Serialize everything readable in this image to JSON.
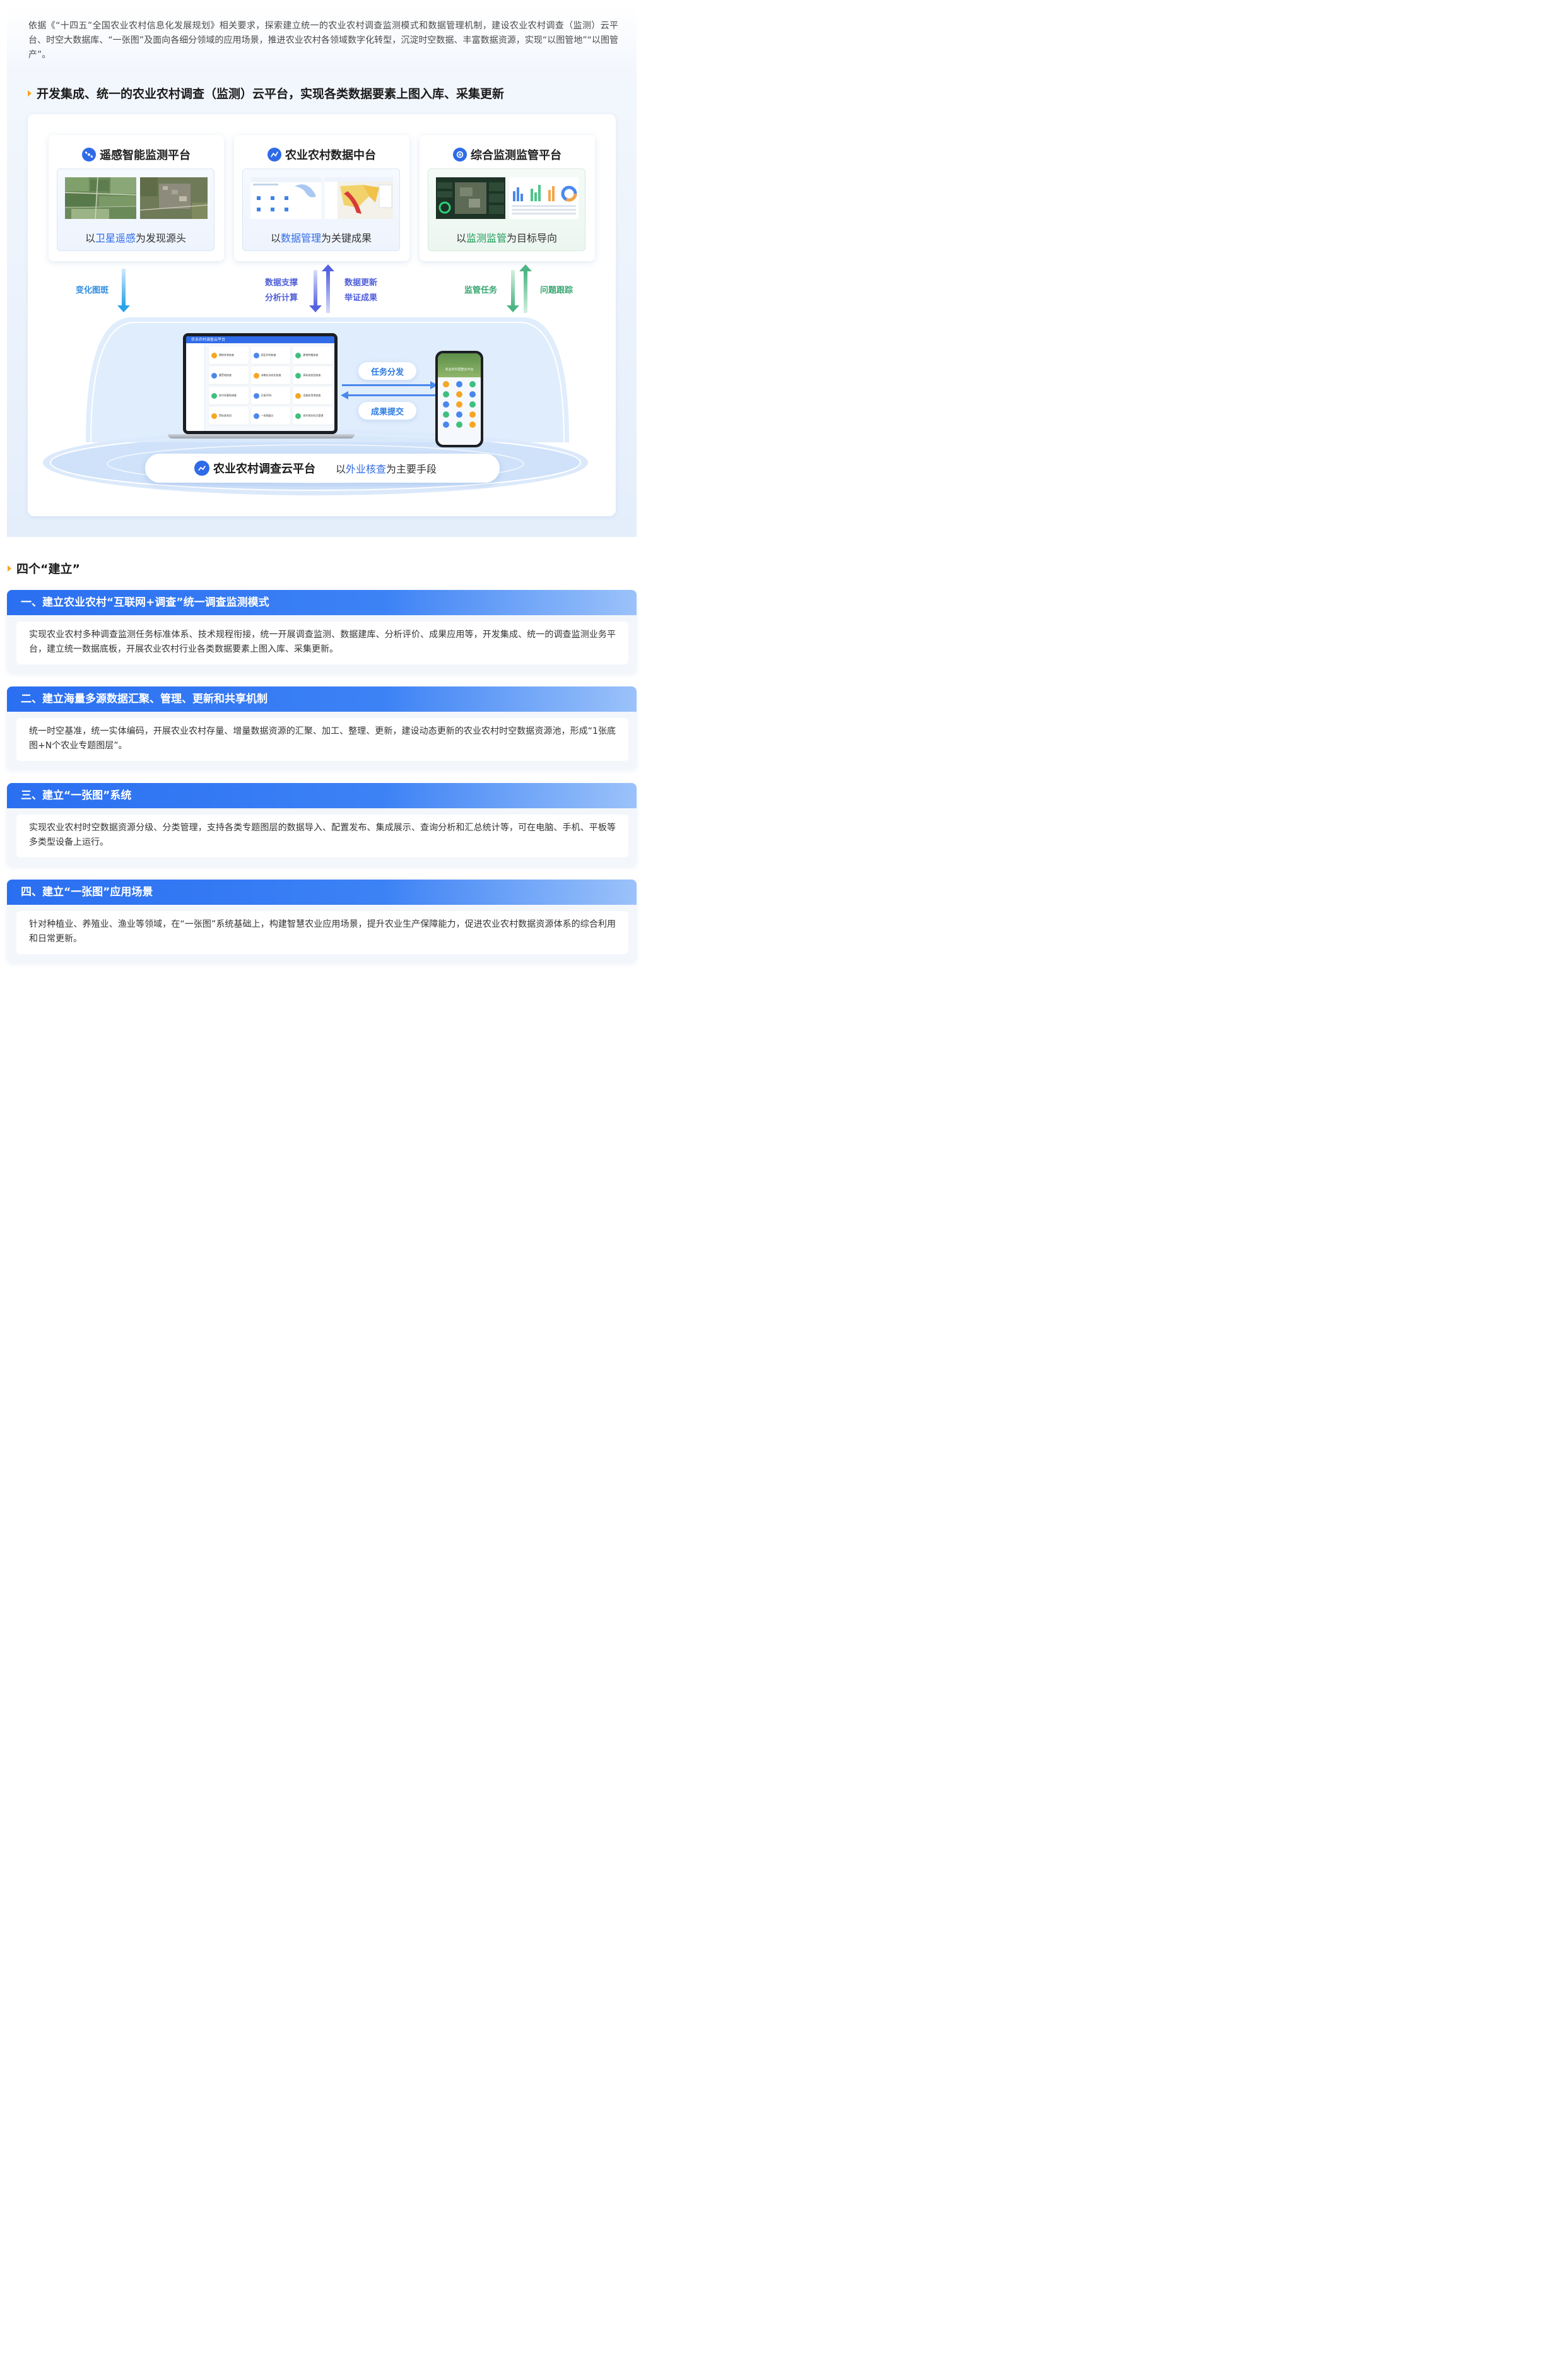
{
  "intro": "依据《“十四五”全国农业农村信息化发展规划》相关要求，探索建立统一的农业农村调查监测模式和数据管理机制，建设农业农村调查（监测）云平台、时空大数据库、“一张图”及面向各细分领域的应用场景，推进农业农村各领域数字化转型，沉淀时空数据、丰富数据资源，实现“以图管地”“以图管产”。",
  "section1_title": "开发集成、统一的农业农村调查（监测）云平台，实现各类数据要素上图入库、采集更新",
  "platforms": [
    {
      "title": "遥感智能监测平台",
      "cap_pre": "以",
      "cap_hl": "卫星遥感",
      "cap_post": "为发现源头",
      "icon": "satellite-icon"
    },
    {
      "title": "农业农村数据中台",
      "cap_pre": "以",
      "cap_hl": "数据管理",
      "cap_post": "为关键成果",
      "icon": "data-hub-icon"
    },
    {
      "title": "综合监测监管平台",
      "cap_pre": "以",
      "cap_hl": "监测监管",
      "cap_post": "为目标导向",
      "icon": "monitor-eye-icon"
    }
  ],
  "arrows": {
    "left_label": "变化图斑",
    "mid_down_1": "数据支撑",
    "mid_down_2": "分析计算",
    "mid_up_1": "数据更新",
    "mid_up_2": "举证成果",
    "right_down": "监管任务",
    "right_up": "问题跟踪"
  },
  "laptop": {
    "app_title": "农业农村调查云平台",
    "tiles": [
      "耕地补划核查",
      "用区补划核查",
      "耕地种植核查",
      "撂荒地核查",
      "非粮化非农化核查",
      "高标准农田核查",
      "农村宅基地调查",
      "日报30年",
      "设施农用地核查",
      "黑标准农田",
      "一张图展示",
      "农村地名标注管理"
    ]
  },
  "phone": {
    "banner": "农业农村调查云平台"
  },
  "exchange": {
    "top": "任务分发",
    "bottom": "成果提交"
  },
  "center_platform": {
    "title": "农业农村调查云平台",
    "cap_pre": "以",
    "cap_hl": "外业核查",
    "cap_post": "为主要手段"
  },
  "section2_title": "四个“建立”",
  "blocks": [
    {
      "title": "一、建立农业农村“互联网+调查”统一调查监测模式",
      "body": "实现农业农村多种调查监测任务标准体系、技术规程衔接，统一开展调查监测、数据建库、分析评价、成果应用等，开发集成、统一的调查监测业务平台，建立统一数据底板，开展农业农村行业各类数据要素上图入库、采集更新。"
    },
    {
      "title": "二、建立海量多源数据汇聚、管理、更新和共享机制",
      "body": "统一时空基准，统一实体编码，开展农业农村存量、增量数据资源的汇聚、加工、整理、更新，建设动态更新的农业农村时空数据资源池，形成“1张底图+N个农业专题图层”。"
    },
    {
      "title": "三、建立“一张图”系统",
      "body": "实现农业农村时空数据资源分级、分类管理，支持各类专题图层的数据导入、配置发布、集成展示、查询分析和汇总统计等，可在电脑、手机、平板等多类型设备上运行。"
    },
    {
      "title": "四、建立“一张图”应用场景",
      "body": "针对种植业、养殖业、渔业等领域，在“一张图”系统基础上，构建智慧农业应用场景，提升农业生产保障能力，促进农业农村数据资源体系的综合利用和日常更新。"
    }
  ],
  "colors": {
    "accent_blue": "#2f6be8",
    "accent_green": "#1a9a55",
    "arrow_orange": "#f5a623"
  }
}
